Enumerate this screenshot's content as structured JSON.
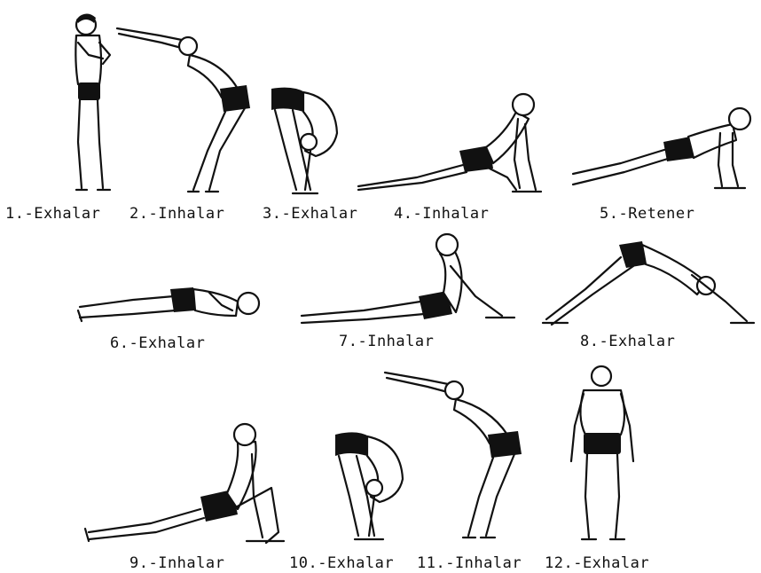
{
  "figures": [
    {
      "id": "pose-1",
      "label": "1.-Exhalar"
    },
    {
      "id": "pose-2",
      "label": "2.-Inhalar"
    },
    {
      "id": "pose-3",
      "label": "3.-Exhalar"
    },
    {
      "id": "pose-4",
      "label": "4.-Inhalar"
    },
    {
      "id": "pose-5",
      "label": "5.-Retener"
    },
    {
      "id": "pose-6",
      "label": "6.-Exhalar"
    },
    {
      "id": "pose-7",
      "label": "7.-Inhalar"
    },
    {
      "id": "pose-8",
      "label": "8.-Exhalar"
    },
    {
      "id": "pose-9",
      "label": "9.-Inhalar"
    },
    {
      "id": "pose-10",
      "label": "10.-Exhalar"
    },
    {
      "id": "pose-11",
      "label": "11.-Inhalar"
    },
    {
      "id": "pose-12",
      "label": "12.-Exhalar"
    }
  ]
}
